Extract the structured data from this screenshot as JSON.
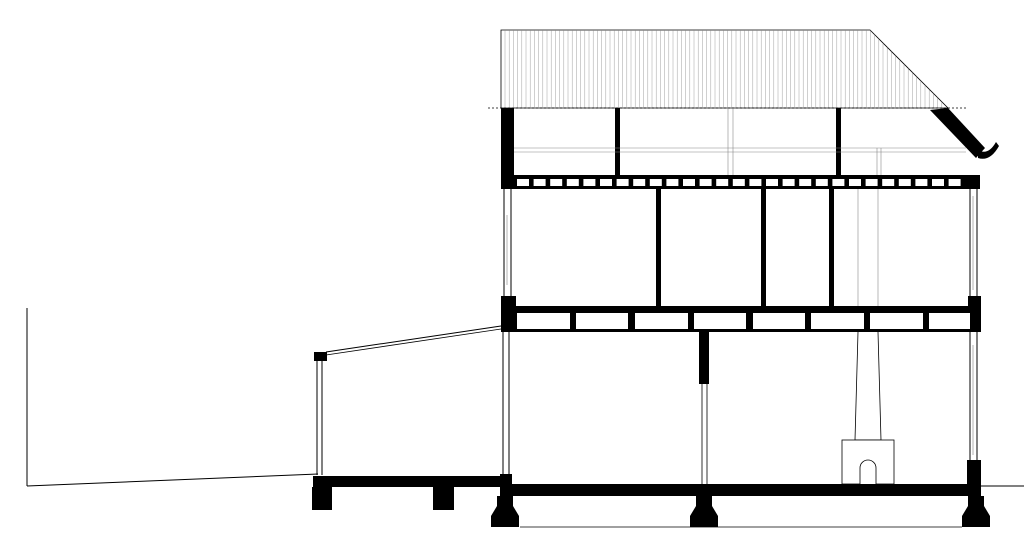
{
  "drawing": {
    "type": "architectural-section",
    "style": "black-and-white line drawing",
    "elements": [
      "roof",
      "attic-floor",
      "upper-floor",
      "ground-floor",
      "lean-to-canopy",
      "fireplace-chimney",
      "foundation-footings",
      "ground-line"
    ]
  },
  "colors": {
    "background": "#ffffff",
    "solid": "#000000",
    "line": "#000000",
    "thin_line": "#666666"
  }
}
